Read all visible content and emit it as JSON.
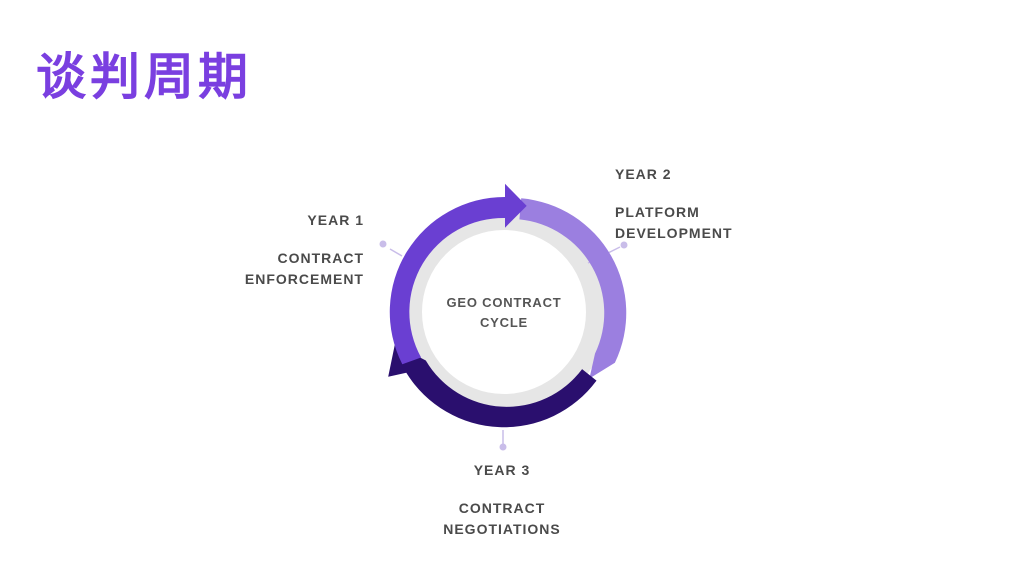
{
  "title": "谈判周期",
  "colors": {
    "title": "#7a3fe0",
    "segment_year1": "#6a3fd2",
    "segment_year2": "#9b7fe0",
    "segment_year3": "#2a0f6e",
    "inner_ring": "#e6e6e6",
    "connector": "#c9bde9",
    "text": "#4a4a4a"
  },
  "diagram": {
    "center_label": [
      "GEO CONTRACT",
      "CYCLE"
    ],
    "stages": [
      {
        "year": "YEAR 1",
        "label": [
          "CONTRACT",
          "ENFORCEMENT"
        ]
      },
      {
        "year": "YEAR 2",
        "label": [
          "PLATFORM",
          "DEVELOPMENT"
        ]
      },
      {
        "year": "YEAR 3",
        "label": [
          "CONTRACT",
          "NEGOTIATIONS"
        ]
      }
    ]
  }
}
